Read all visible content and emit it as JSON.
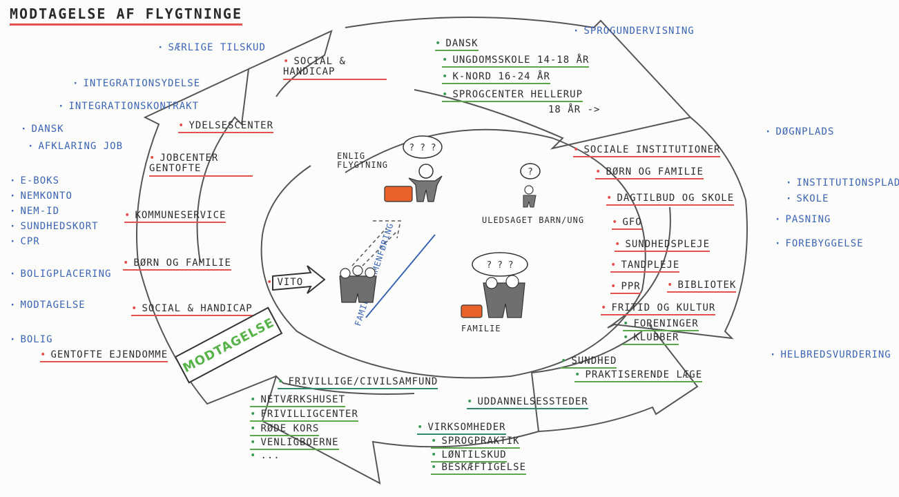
{
  "title": "MODTAGELSE AF FLYGTNINGE",
  "outer_left": [
    "SÆRLIGE TILSKUD",
    "INTEGRATIONSYDELSE",
    "INTEGRATIONSKONTRAKT",
    "DANSK",
    "AFKLARING JOB",
    "E-BOKS",
    "NEMKONTO",
    "NEM-ID",
    "SUNDHEDSKORT",
    "CPR",
    "BOLIGPLACERING",
    "MODTAGELSE",
    "BOLIG"
  ],
  "outer_right": [
    "SPROGUNDERVISNING",
    "DØGNPLADS",
    "INSTITUTIONSPLADS",
    "SKOLE",
    "PASNING",
    "FOREBYGGELSE",
    "HELBREDSVURDERING"
  ],
  "left_ring": [
    "YDELSESCENTER",
    "JOBCENTER GENTOFTE",
    "KOMMUNESERVICE",
    "BØRN OG FAMILIE",
    "SOCIAL & HANDICAP",
    "GENTOFTE EJENDOMME"
  ],
  "top_ring": {
    "social": "SOCIAL & HANDICAP",
    "dansk": "DANSK",
    "items": [
      "UNGDOMSSKOLE 14-18 ÅR",
      "K-NORD 16-24 ÅR",
      "SPROGCENTER HELLERUP"
    ],
    "age": "18 ÅR ->"
  },
  "right_ring": [
    "SOCIALE INSTITUTIONER",
    "BØRN OG FAMILIE",
    "DAGTILBUD OG SKOLE",
    "GFO",
    "SUNDHEDSPLEJE",
    "TANDPLEJE",
    "PPR",
    "BIBLIOTEK",
    "FRITID OG KULTUR"
  ],
  "fritid_items": [
    "FORENINGER",
    "KLUBBER"
  ],
  "sundhed": {
    "label": "SUNDHED",
    "item": "PRAKTISERENDE LÆGE"
  },
  "bottom_ring": {
    "uddannelse": "UDDANNELSESSTEDER",
    "virksomheder": "VIRKSOMHEDER",
    "virk_items": [
      "SPROGPRAKTIK",
      "LØNTILSKUD",
      "BESKÆFTIGELSE"
    ],
    "frivillige": "FRIVILLIGE/CIVILSAMFUND",
    "friv_items": [
      "NETVÆRKSHUSET",
      "FRIVILLIGCENTER",
      "RØDE KORS",
      "VENLIGBOERNE",
      "..."
    ]
  },
  "center": {
    "enlig": "ENLIG FLYGTNING",
    "uledsaget": "ULEDSAGET BARN/UNG",
    "familie": "FAMILIE",
    "familiesammen": "FAMILIESAMMENFØRING",
    "vito": "VITO",
    "question": "? ? ?",
    "question_small": "?",
    "modtagelse_sign": "MODTAGELSE"
  },
  "colors": {
    "red": "#e2504f",
    "blue": "#3b64b5",
    "green": "#5ba84a",
    "teal": "#2e8a6a",
    "orange": "#e8622a",
    "gray": "#6f6f6f"
  }
}
